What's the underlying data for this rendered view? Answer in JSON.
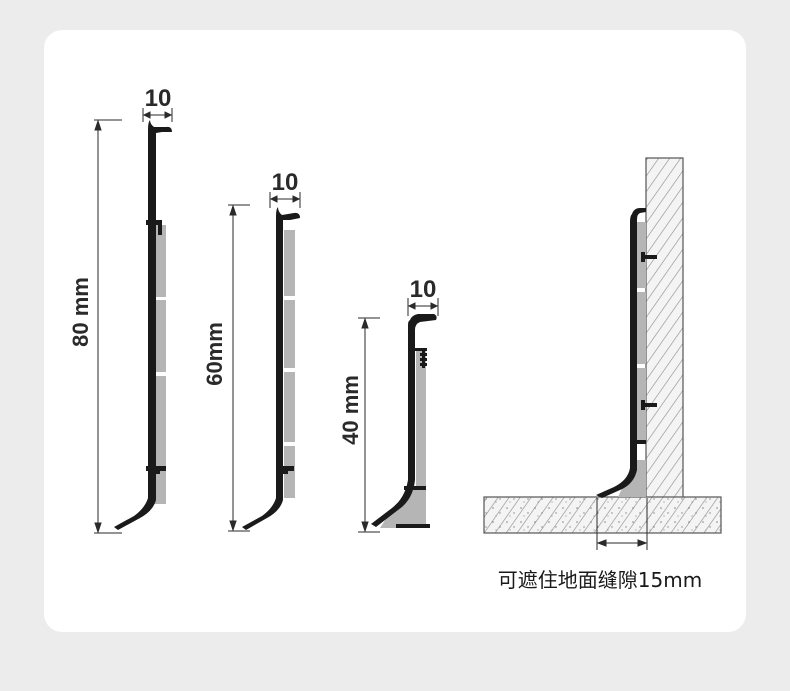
{
  "profiles": [
    {
      "id": "profile-80",
      "height_label": "80 mm",
      "thickness_label": "10"
    },
    {
      "id": "profile-60",
      "height_label": "60mm",
      "thickness_label": "10"
    },
    {
      "id": "profile-40",
      "height_label": "40 mm",
      "thickness_label": "10"
    }
  ],
  "installation": {
    "caption": "可遮住地面缝隙15mm"
  },
  "colors": {
    "background": "#ececec",
    "card": "#ffffff",
    "profile_dark": "#1a1a1a",
    "profile_grey": "#b5b5b5",
    "wall_hatch": "#9a9a9a"
  }
}
